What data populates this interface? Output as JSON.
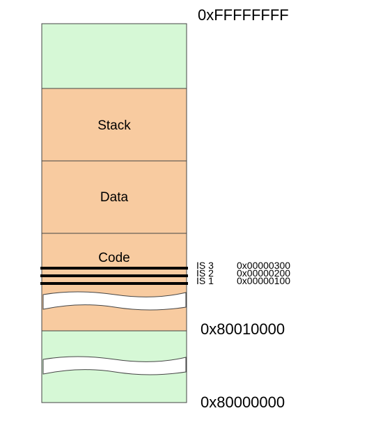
{
  "colors": {
    "free": "#d6f8d6",
    "segment": "#f8cba0",
    "outline": "#444444",
    "line": "#000000",
    "gap": "#ffffff"
  },
  "addresses": {
    "top": "0xFFFFFFFF",
    "mid": "0x80010000",
    "bottom": "0x80000000"
  },
  "segments": {
    "stack": "Stack",
    "data": "Data",
    "code": "Code"
  },
  "interrupt_slots": [
    {
      "label": "IS 3",
      "address": "0x00000300"
    },
    {
      "label": "IS 2",
      "address": "0x00000200"
    },
    {
      "label": "IS 1",
      "address": "0x00000100"
    }
  ]
}
